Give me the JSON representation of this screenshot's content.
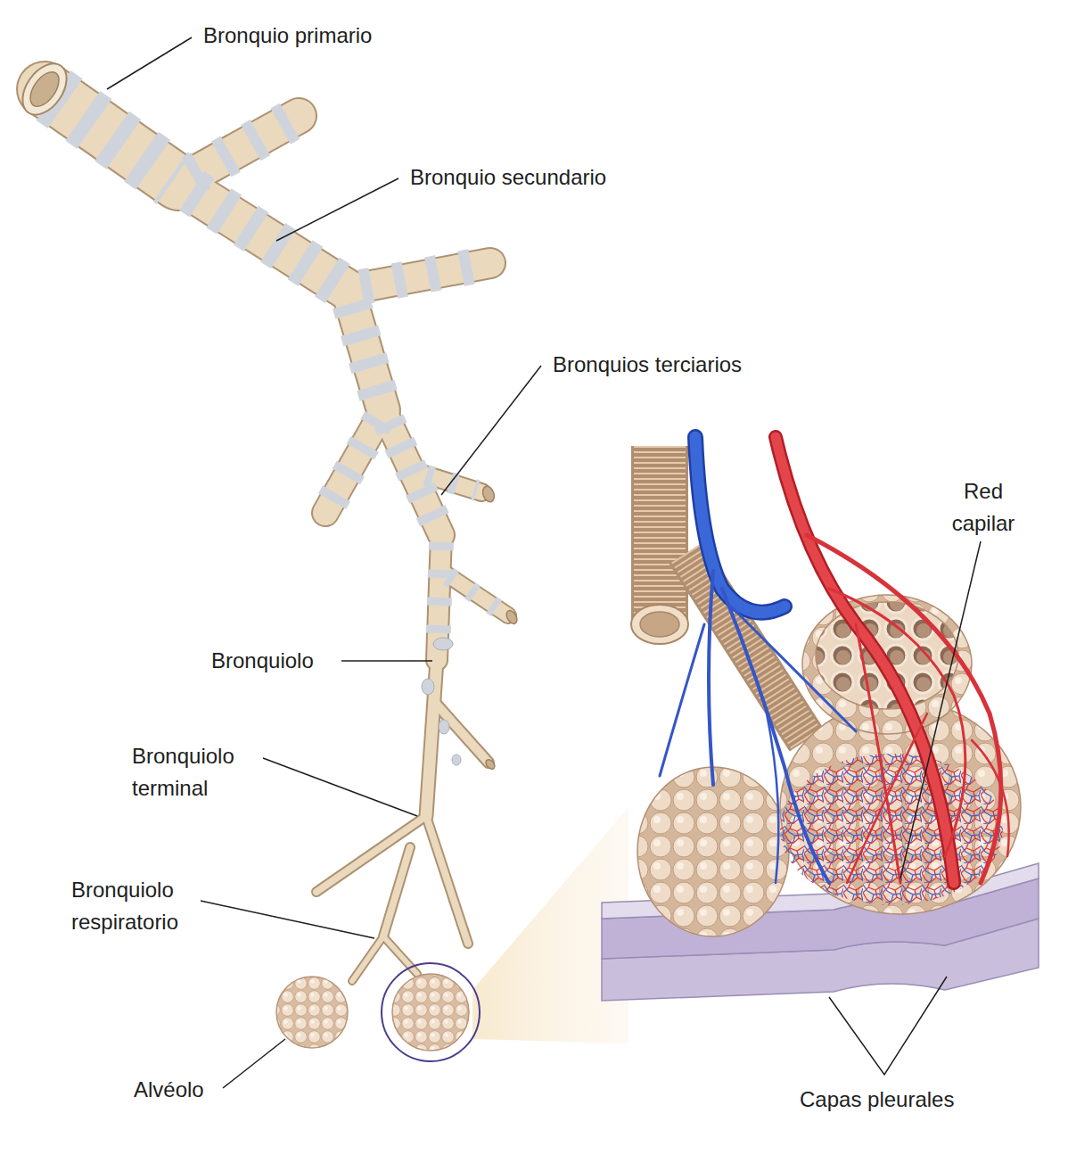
{
  "diagram": {
    "labels": [
      "Bronquio primario",
      "Bronquio secundario",
      "Bronquios terciarios",
      "Bronquiolo",
      "Bronquiolo terminal",
      "Bronquiolo respiratorio",
      "Alvéolo",
      "Red capilar",
      "Capas pleurales"
    ]
  }
}
